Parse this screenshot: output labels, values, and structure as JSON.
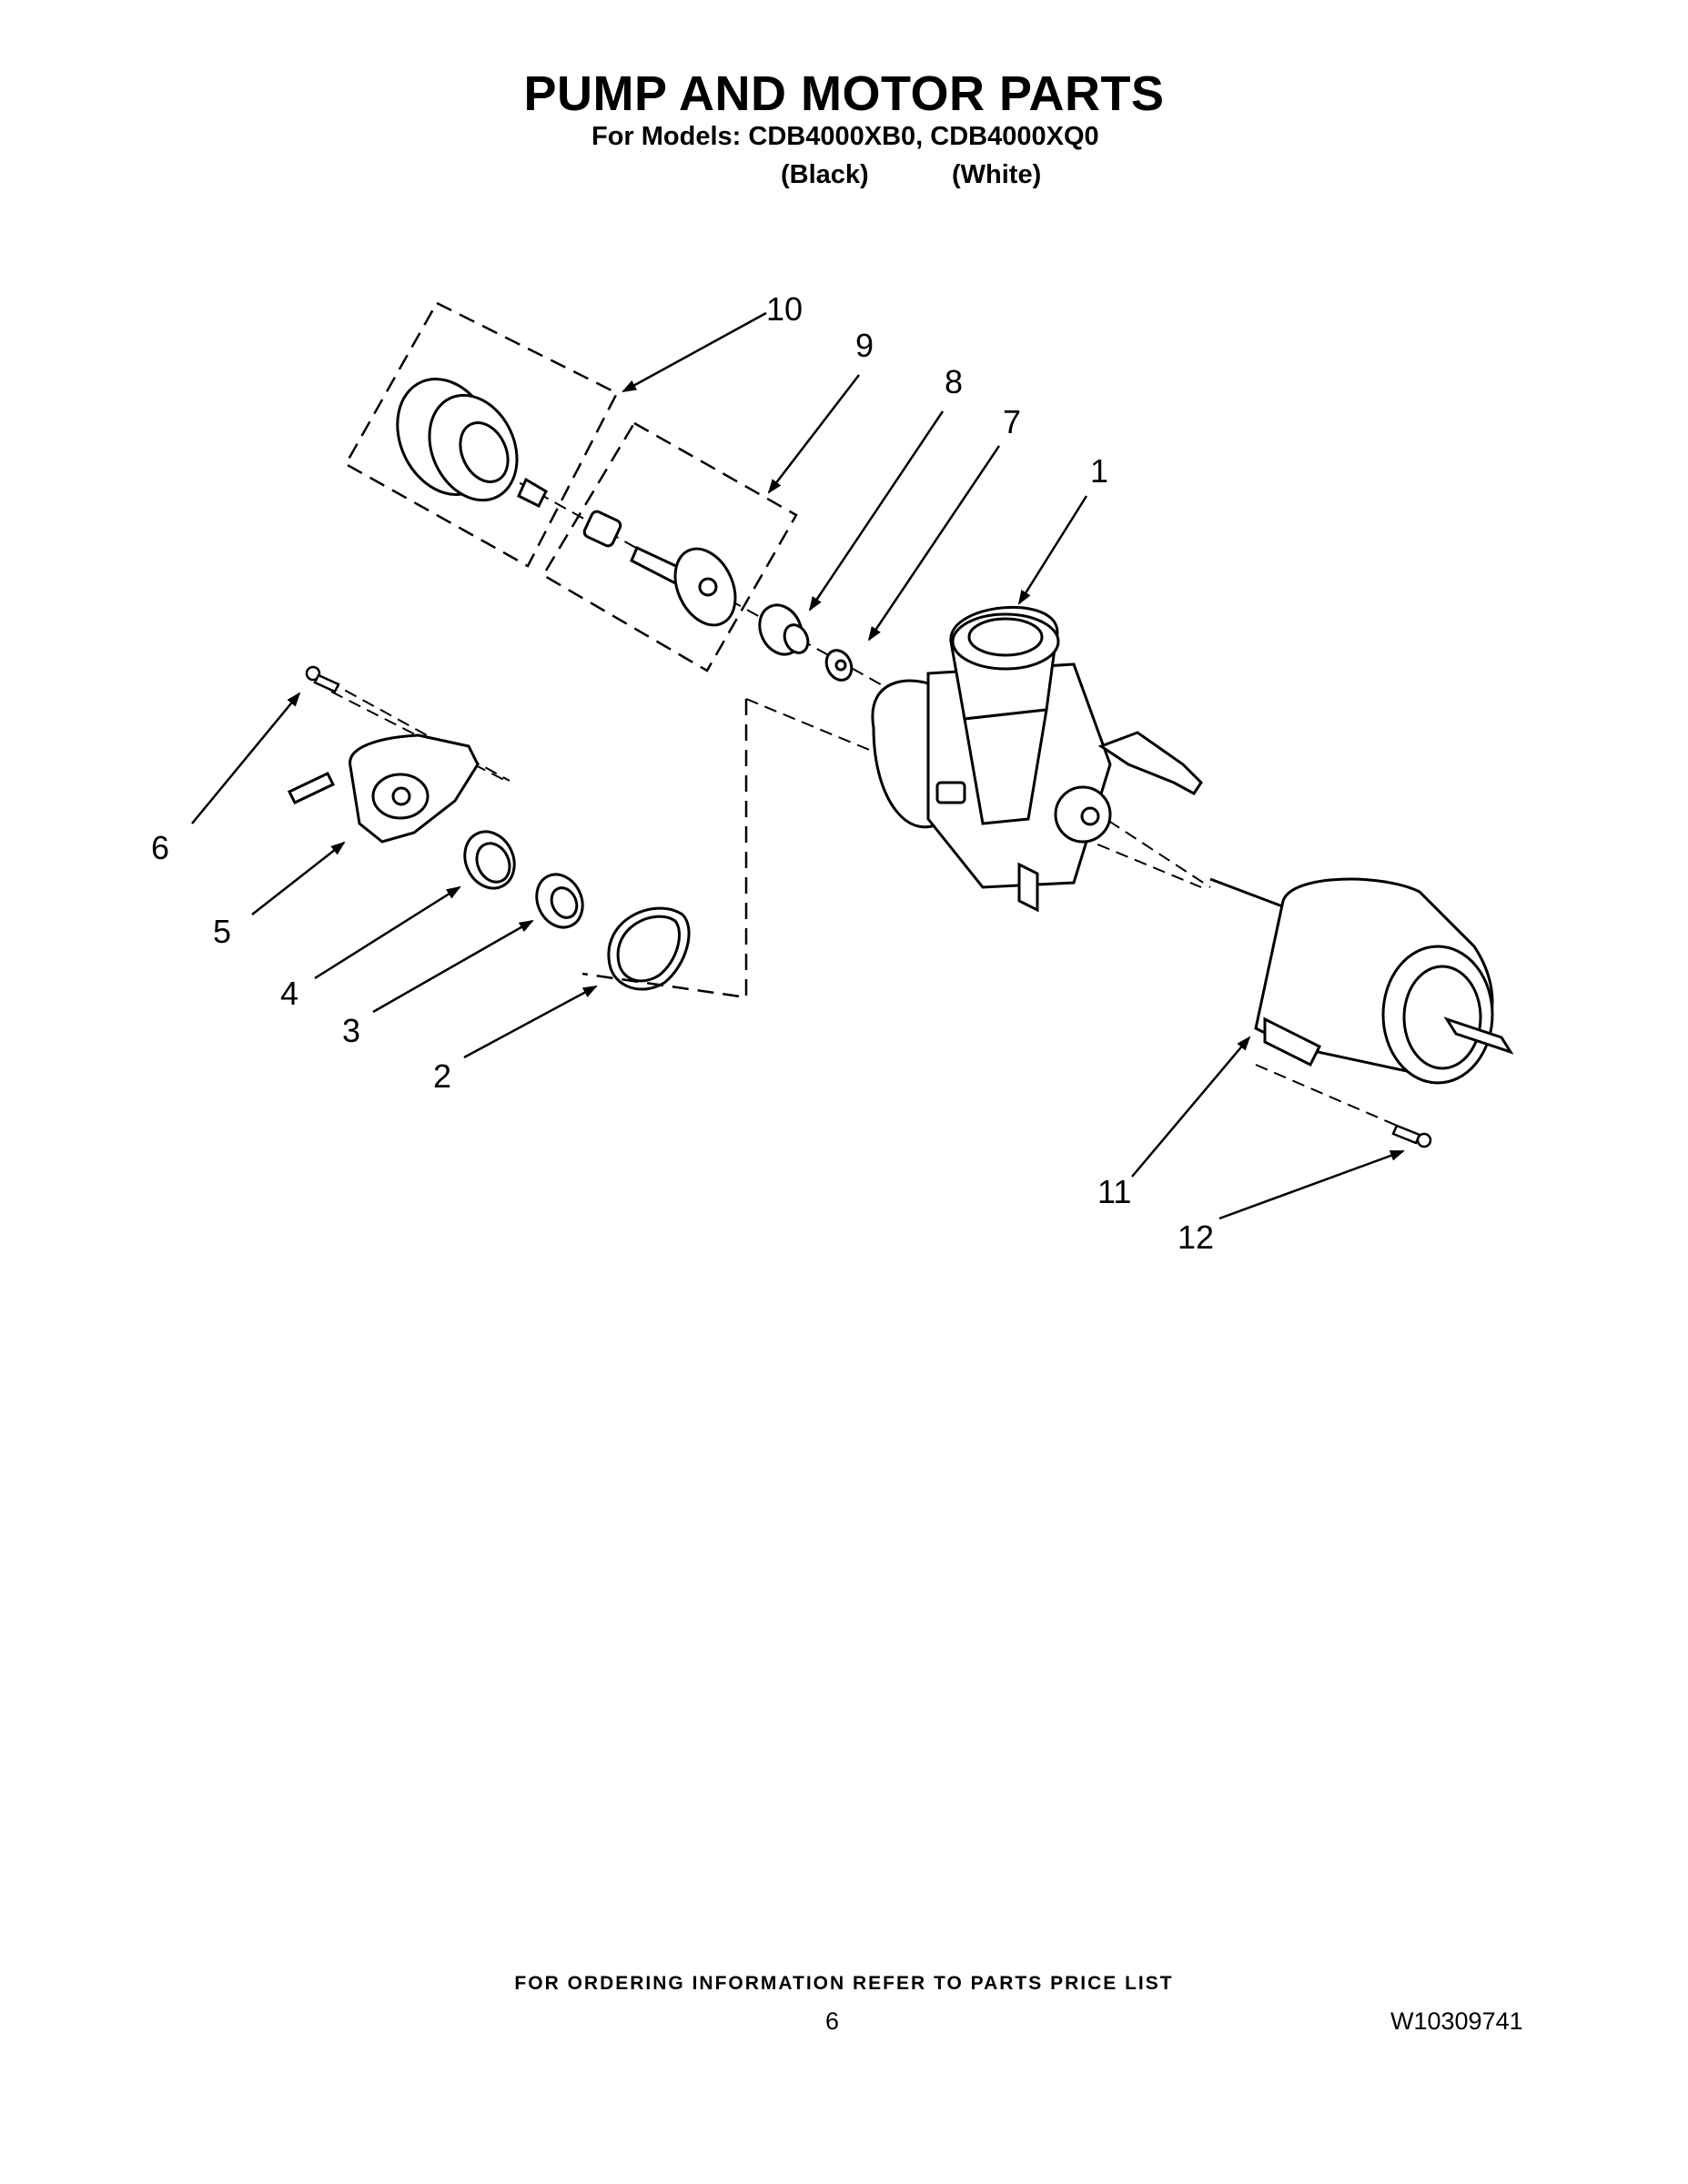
{
  "header": {
    "title": "PUMP AND MOTOR PARTS",
    "models_line": "For Models: CDB4000XB0, CDB4000XQ0",
    "variant_black": "(Black)",
    "variant_white": "(White)"
  },
  "callouts": [
    "1",
    "2",
    "3",
    "4",
    "5",
    "6",
    "7",
    "8",
    "9",
    "10",
    "11",
    "12"
  ],
  "footer": {
    "ordering_note": "FOR ORDERING INFORMATION REFER TO PARTS PRICE LIST",
    "page_number": "6",
    "document_number": "W10309741"
  }
}
